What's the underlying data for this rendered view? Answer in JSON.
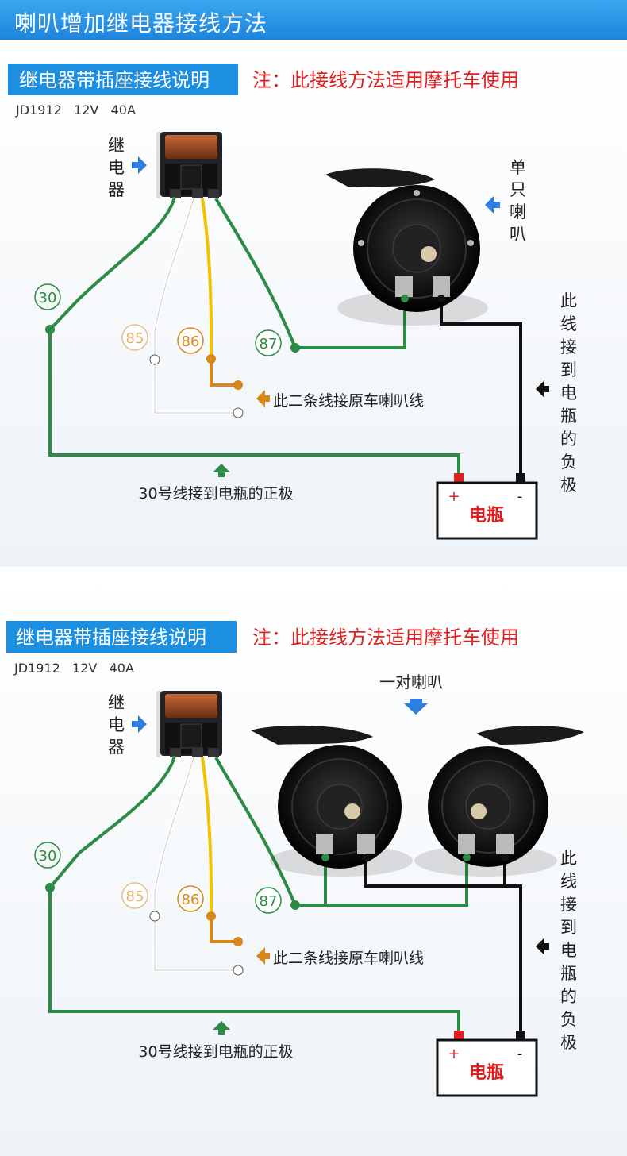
{
  "header": {
    "title": "喇叭增加继电器接线方法"
  },
  "colors": {
    "accent": "#1d8fe0",
    "red": "#e02020",
    "green": "#2e8b45",
    "black": "#111111",
    "yellow": "#f2c400",
    "orange": "#d9861a",
    "white_wire": "#ffffff"
  },
  "panels": [
    {
      "section_label": "继电器带插座接线说明",
      "note": "注：此接线方法适用摩托车使用",
      "model": "JD1912   12V   40A",
      "relay_label": [
        "继",
        "电",
        "器"
      ],
      "horn_label": [
        "单",
        "只",
        "喇",
        "叭"
      ],
      "terminals": {
        "t30": "30",
        "t85": "85",
        "t86": "86",
        "t87": "87"
      },
      "wire_note": "此二条线接原车喇叭线",
      "positive_note": "30号线接到电瓶的正极",
      "negative_note": [
        "此",
        "线",
        "接",
        "到",
        "电",
        "瓶",
        "的",
        "负",
        "极"
      ],
      "battery": {
        "label": "电瓶",
        "plus": "+",
        "minus": "-"
      }
    },
    {
      "section_label": "继电器带插座接线说明",
      "note": "注：此接线方法适用摩托车使用",
      "model": "JD1912   12V   40A",
      "relay_label": [
        "继",
        "电",
        "器"
      ],
      "horn_label_top": "一对喇叭",
      "terminals": {
        "t30": "30",
        "t85": "85",
        "t86": "86",
        "t87": "87"
      },
      "wire_note": "此二条线接原车喇叭线",
      "positive_note": "30号线接到电瓶的正极",
      "negative_note": [
        "此",
        "线",
        "接",
        "到",
        "电",
        "瓶",
        "的",
        "负",
        "极"
      ],
      "battery": {
        "label": "电瓶",
        "plus": "+",
        "minus": "-"
      }
    }
  ]
}
